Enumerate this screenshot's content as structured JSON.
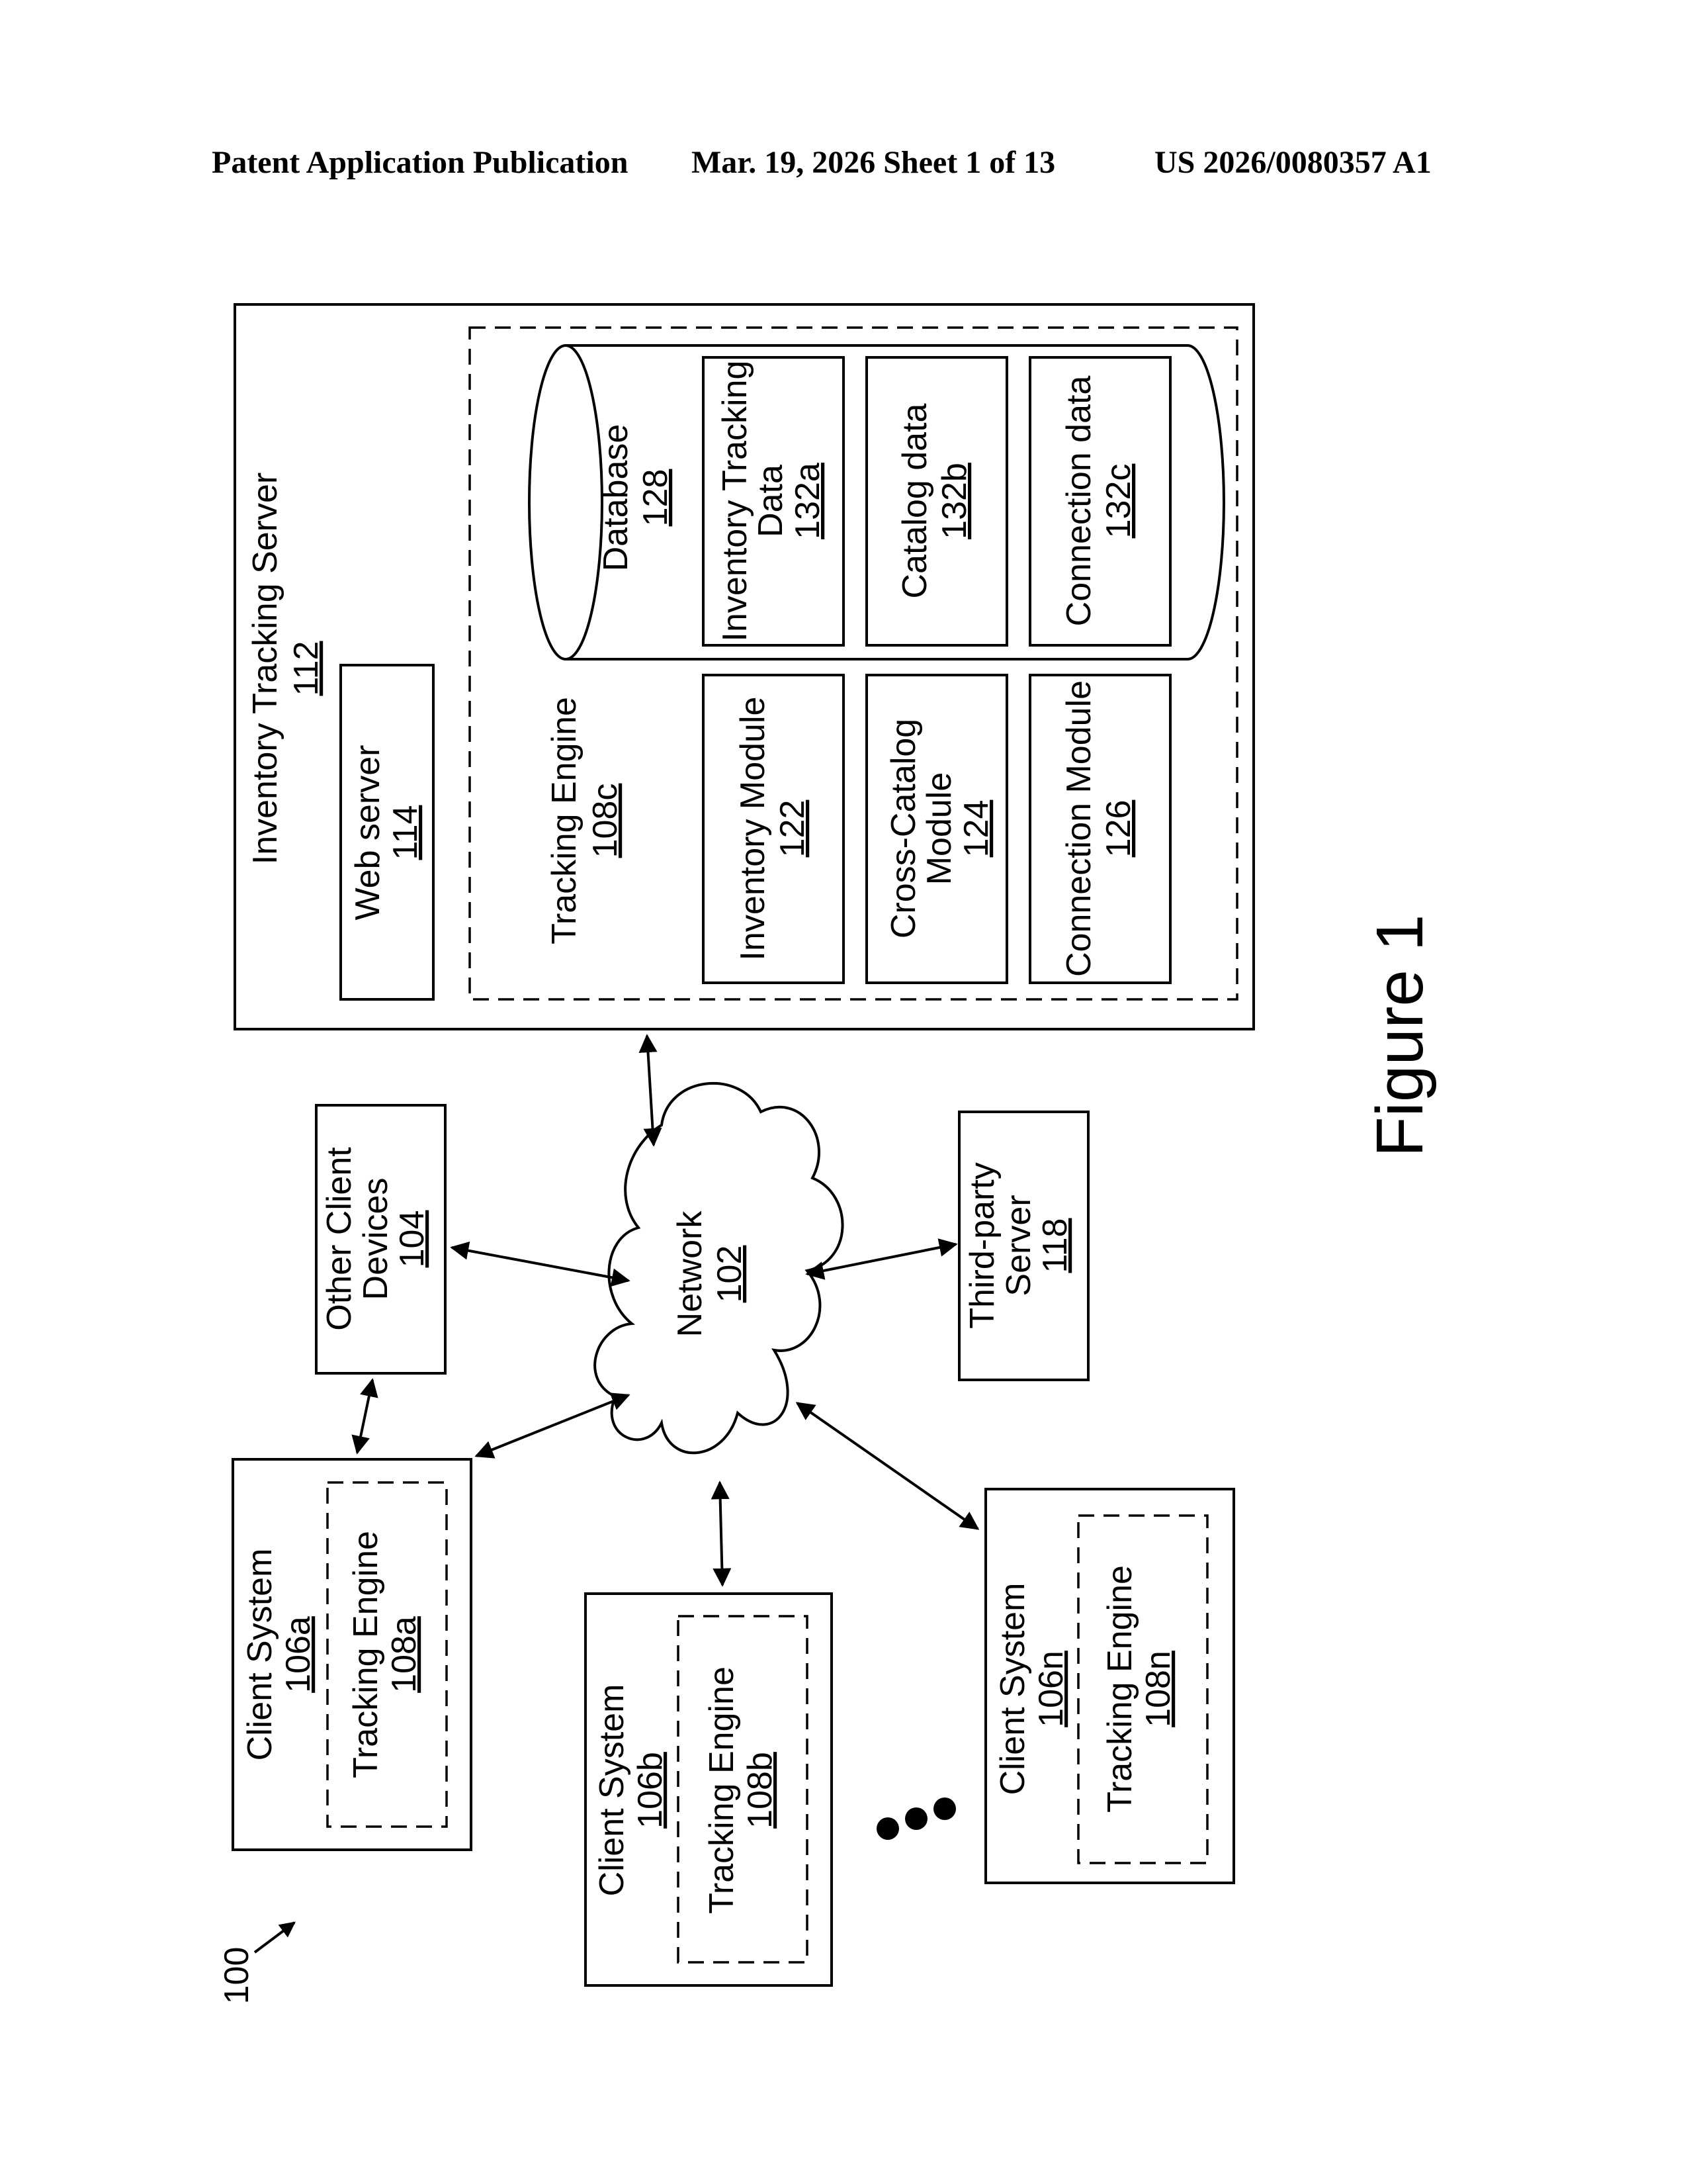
{
  "header": {
    "publication": "Patent Application Publication",
    "date_sheet": "Mar. 19, 2026  Sheet 1 of 13",
    "number": "US 2026/0080357 A1"
  },
  "figure": {
    "caption": "Figure 1",
    "ref_label": "100"
  },
  "server": {
    "title": "Inventory Tracking Server",
    "ref": "112",
    "web_server": {
      "label": "Web server",
      "ref": "114"
    },
    "tracking_engine": {
      "label": "Tracking Engine",
      "ref": "108c"
    },
    "inventory_module": {
      "label": "Inventory Module",
      "ref": "122"
    },
    "cross_catalog_module": {
      "line1": "Cross-Catalog",
      "line2": "Module",
      "ref": "124"
    },
    "connection_module": {
      "label": "Connection Module",
      "ref": "126"
    },
    "database": {
      "label": "Database",
      "ref": "128"
    },
    "inventory_data": {
      "line1": "Inventory Tracking",
      "line2": "Data",
      "ref": "132a"
    },
    "catalog_data": {
      "label": "Catalog data",
      "ref": "132b"
    },
    "connection_data": {
      "label": "Connection data",
      "ref": "132c"
    }
  },
  "network": {
    "label": "Network",
    "ref": "102"
  },
  "other_clients": {
    "line1": "Other Client",
    "line2": "Devices",
    "ref": "104"
  },
  "third_party": {
    "line1": "Third-party",
    "line2": "Server",
    "ref": "118"
  },
  "client_a": {
    "label": "Client System",
    "ref": "106a",
    "engine_label": "Tracking Engine",
    "engine_ref": "108a"
  },
  "client_b": {
    "label": "Client System",
    "ref": "106b",
    "engine_label": "Tracking Engine",
    "engine_ref": "108b"
  },
  "client_n": {
    "label": "Client System",
    "ref": "106n",
    "engine_label": "Tracking Engine",
    "engine_ref": "108n"
  }
}
